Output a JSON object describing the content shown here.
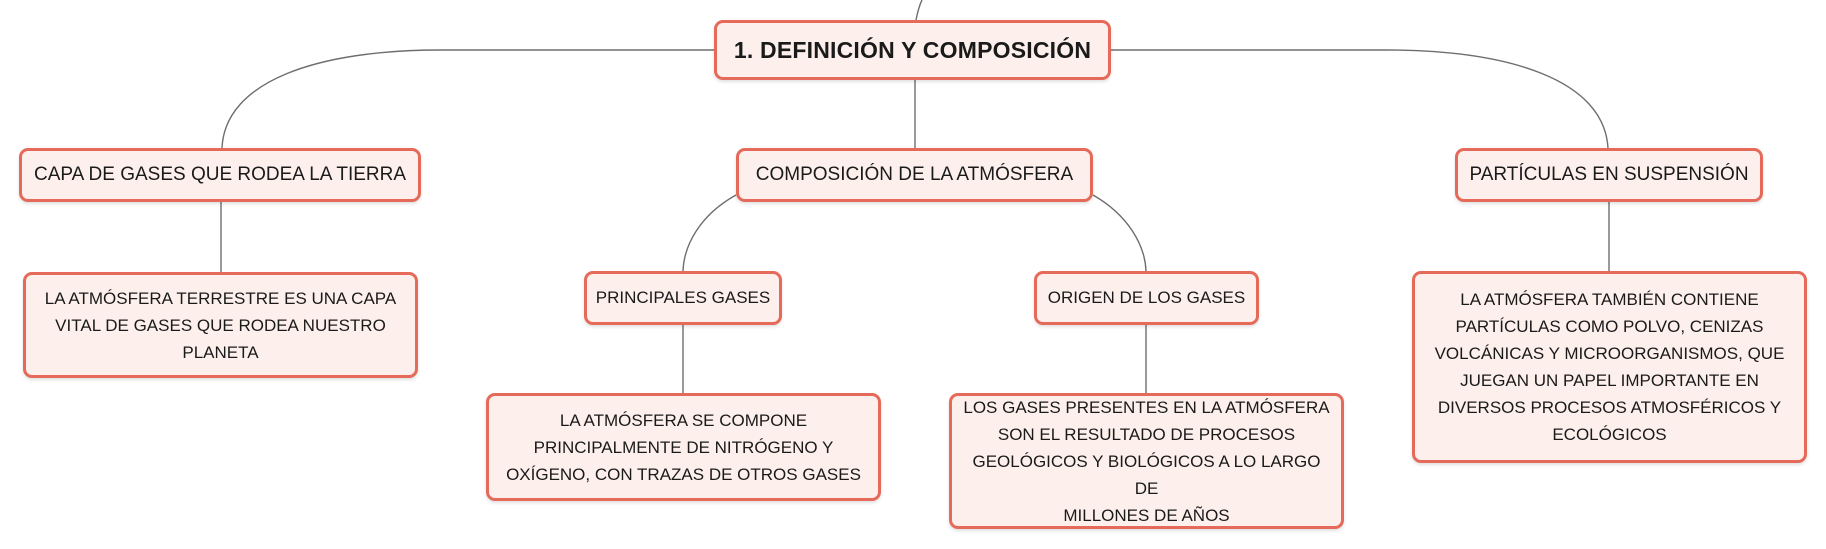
{
  "mindmap": {
    "root": {
      "label": "1. DEFINICIÓN Y COMPOSICIÓN"
    },
    "branches": [
      {
        "label": "CAPA DE GASES QUE RODEA LA TIERRA",
        "children": [
          {
            "label": "LA ATMÓSFERA TERRESTRE ES UNA CAPA VITAL DE GASES QUE RODEA NUESTRO PLANETA",
            "lines": [
              "LA ATMÓSFERA TERRESTRE ES UNA CAPA",
              "VITAL DE GASES QUE RODEA NUESTRO",
              "PLANETA"
            ]
          }
        ]
      },
      {
        "label": "COMPOSICIÓN DE LA ATMÓSFERA",
        "children": [
          {
            "label": "PRINCIPALES GASES",
            "children": [
              {
                "label": "LA ATMÓSFERA SE COMPONE PRINCIPALMENTE DE NITRÓGENO Y OXÍGENO, CON TRAZAS DE OTROS GASES",
                "lines": [
                  "LA ATMÓSFERA SE COMPONE",
                  "PRINCIPALMENTE DE NITRÓGENO Y",
                  "OXÍGENO, CON TRAZAS DE OTROS GASES"
                ]
              }
            ]
          },
          {
            "label": "ORIGEN DE LOS GASES",
            "children": [
              {
                "label": "LOS GASES PRESENTES EN LA ATMÓSFERA SON EL RESULTADO DE PROCESOS GEOLÓGICOS Y BIOLÓGICOS A LO LARGO DE MILLONES DE AÑOS",
                "lines": [
                  "LOS GASES PRESENTES EN LA ATMÓSFERA",
                  "SON EL RESULTADO DE PROCESOS",
                  "GEOLÓGICOS Y BIOLÓGICOS A LO LARGO DE",
                  "MILLONES DE AÑOS"
                ]
              }
            ]
          }
        ]
      },
      {
        "label": "PARTÍCULAS EN SUSPENSIÓN",
        "children": [
          {
            "label": "LA ATMÓSFERA TAMBIÉN CONTIENE PARTÍCULAS COMO POLVO, CENIZAS VOLCÁNICAS Y MICROORGANISMOS, QUE JUEGAN UN PAPEL IMPORTANTE EN DIVERSOS PROCESOS ATMOSFÉRICOS Y ECOLÓGICOS",
            "lines": [
              "LA ATMÓSFERA TAMBIÉN CONTIENE",
              "PARTÍCULAS COMO POLVO, CENIZAS",
              "VOLCÁNICAS Y MICROORGANISMOS, QUE",
              "JUEGAN UN PAPEL IMPORTANTE EN",
              "DIVERSOS PROCESOS ATMOSFÉRICOS Y",
              "ECOLÓGICOS"
            ]
          }
        ]
      }
    ]
  },
  "colors": {
    "node_border": "#e56a5a",
    "node_fill": "#fdf0ec",
    "connector": "#6e6e6e",
    "text": "#1a1a1a"
  }
}
